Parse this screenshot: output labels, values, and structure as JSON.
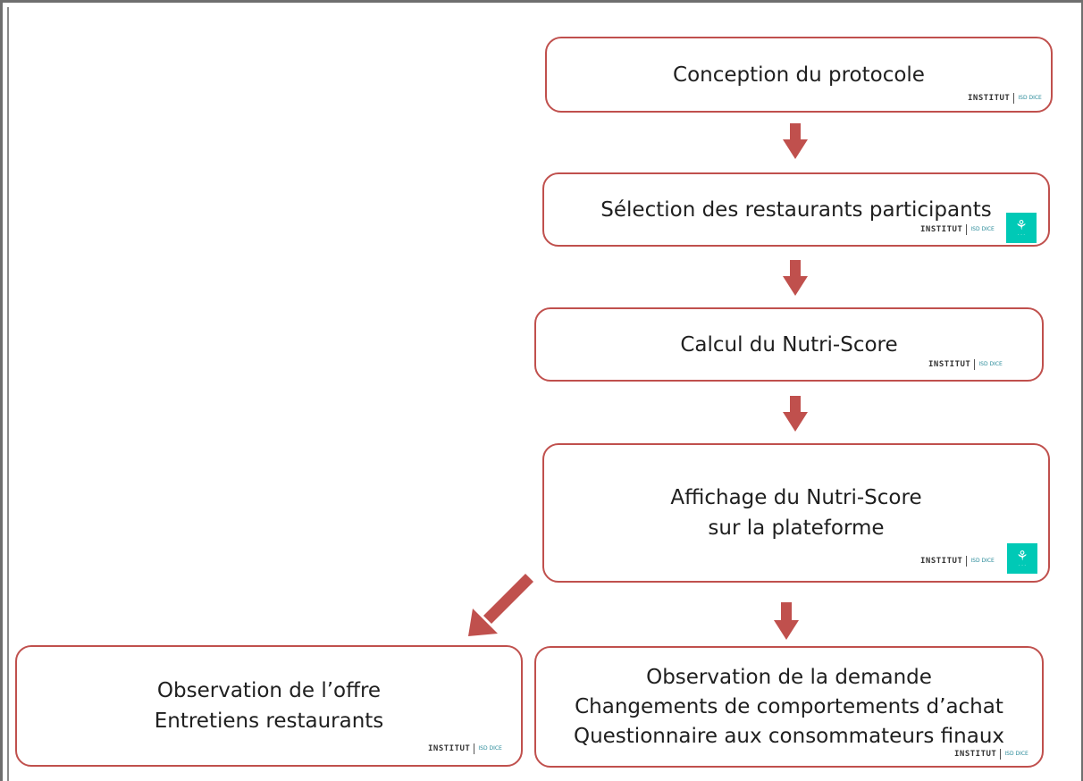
{
  "colors": {
    "box_border": "#c0504d",
    "arrow": "#c0504d",
    "partner_logo_bg": "#00c9b6"
  },
  "steps": {
    "s1": {
      "lines": [
        "Conception du protocole"
      ]
    },
    "s2": {
      "lines": [
        "Sélection des restaurants participants"
      ]
    },
    "s3": {
      "lines": [
        "Calcul du Nutri-Score"
      ]
    },
    "s4": {
      "lines": [
        "Affichage du Nutri-Score",
        "sur la plateforme"
      ]
    },
    "s5": {
      "lines": [
        "Observation de l’offre",
        "Entretiens restaurants"
      ]
    },
    "s6": {
      "lines": [
        "Observation de la demande",
        "Changements de comportements d’achat",
        "Questionnaire aux consommateurs finaux"
      ]
    }
  },
  "logos": {
    "institut_word": "INSTITUT",
    "institut_mark": "ISD DICE",
    "partner_icon": "partner-logo-icon"
  }
}
